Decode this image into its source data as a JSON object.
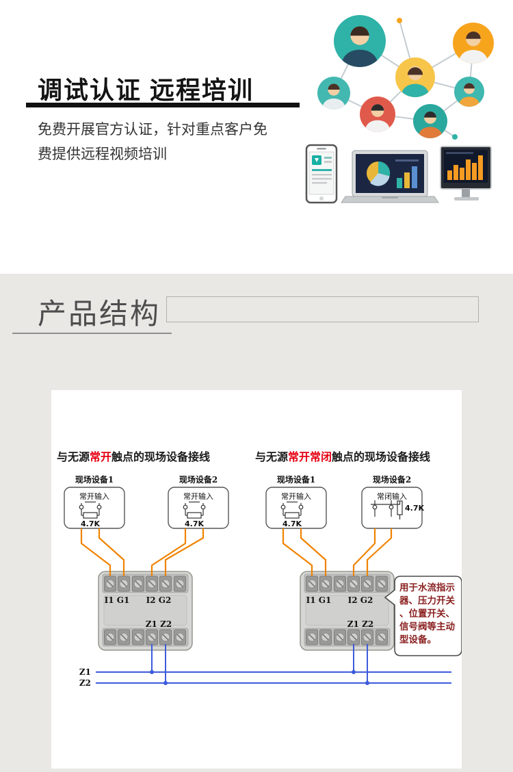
{
  "hero": {
    "title": "调试认证 远程培训",
    "description_lines": [
      "免费开展官方认证，针对重点客户免",
      "费提供远程视频培训"
    ]
  },
  "section": {
    "title": "产品结构"
  },
  "diagram": {
    "left": {
      "title": {
        "prefix": "与无源",
        "highlight": "常开",
        "suffix": "触点的现场设备接线"
      },
      "device1": {
        "label": "现场设备1",
        "input_label": "常开输入",
        "resistor": "4.7K"
      },
      "device2": {
        "label": "现场设备2",
        "input_label": "常开输入",
        "resistor": "4.7K"
      },
      "module": {
        "label_i1g1": "I1 G1",
        "label_i2g2": "I2 G2",
        "label_z1z2": "Z1 Z2"
      }
    },
    "right": {
      "title": {
        "prefix": "与无源",
        "highlight": "常开常闭",
        "suffix": "触点的现场设备接线"
      },
      "device1": {
        "label": "现场设备1",
        "input_label": "常开输入",
        "resistor": "4.7K"
      },
      "device2": {
        "label": "现场设备2",
        "input_label": "常闭输入",
        "resistor": "4.7K"
      },
      "module": {
        "label_i1g1": "I1 G1",
        "label_i2g2": "I2 G2",
        "label_z1z2": "Z1 Z2"
      }
    },
    "bus": {
      "z1": "Z1",
      "z2": "Z2"
    },
    "callout": {
      "lines": [
        "用于水流指示",
        "器、压力开关",
        "、位置开关、",
        "信号阀等主动",
        "型设备。"
      ]
    },
    "colors": {
      "highlight_red": "#e60012",
      "wire_orange": "#f08300",
      "bus_blue": "#3b5bdb",
      "callout_text": "#8a1f1f"
    }
  }
}
